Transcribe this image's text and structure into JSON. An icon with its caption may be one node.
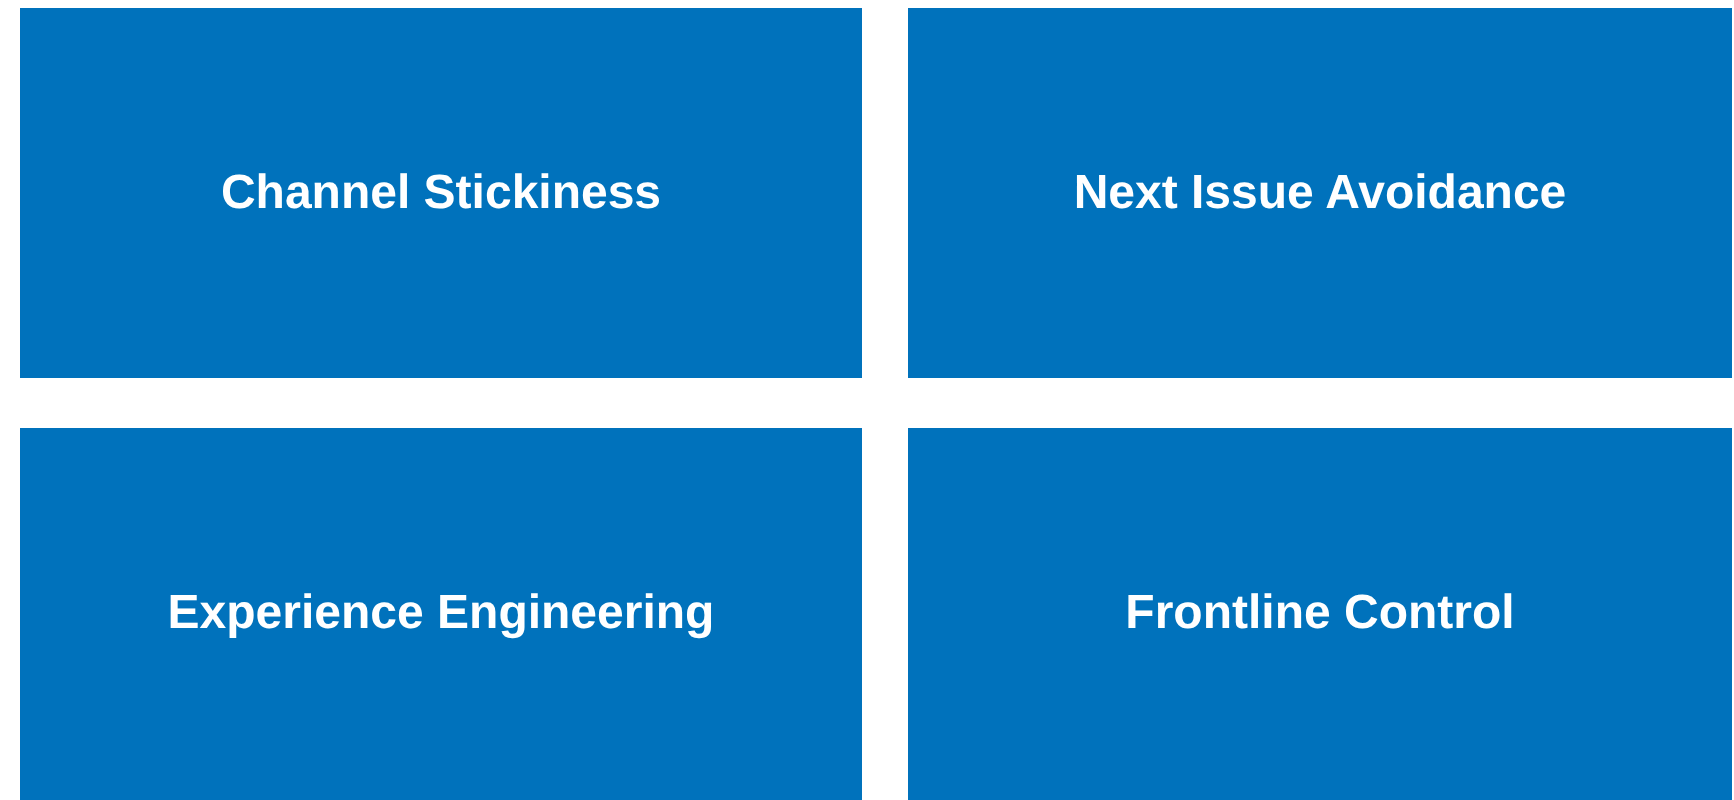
{
  "diagram": {
    "nodes": [
      {
        "text": [
          "Channel Stickiness"
        ]
      },
      {
        "text": [
          "Next Issue Avoidance"
        ]
      },
      {
        "text": [
          "Experience Engineering"
        ]
      },
      {
        "text": [
          "Frontline Control"
        ]
      }
    ]
  }
}
